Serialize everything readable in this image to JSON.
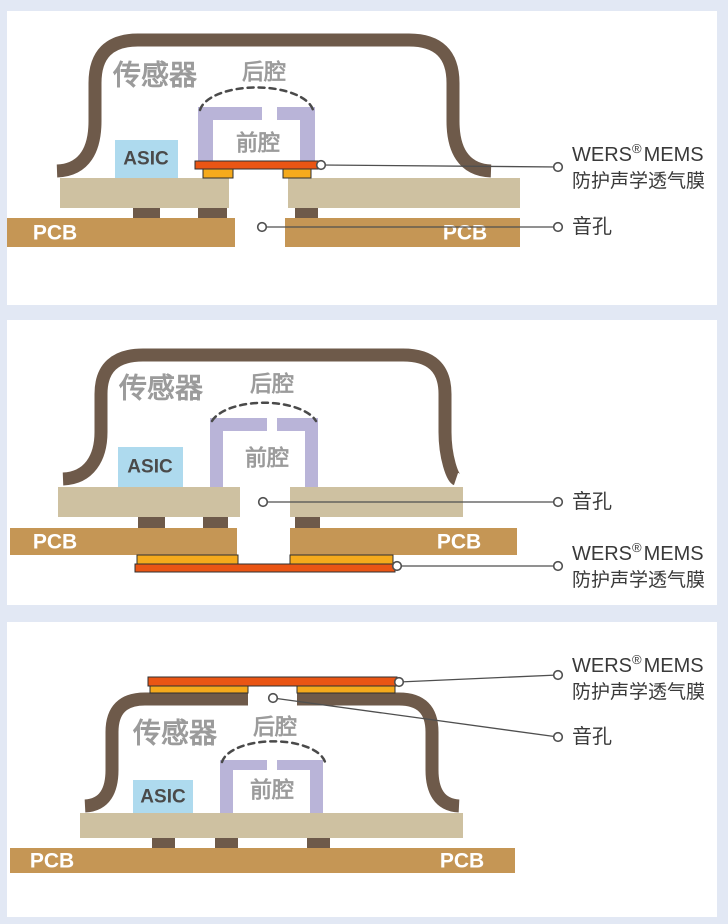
{
  "document": {
    "title": "MEMS microphone acoustic vent membrane placement diagrams",
    "panel_count": 3,
    "panels": [
      {
        "name": "membrane-on-mems-inside-package",
        "membrane_position": "on MEMS front cavity, inside package",
        "sound_hole_position": "PCB bottom port"
      },
      {
        "name": "membrane-under-pcb",
        "membrane_position": "under PCB outer surface",
        "sound_hole_position": "substrate/PCB bottom port"
      },
      {
        "name": "membrane-on-top-of-can",
        "membrane_position": "on top of metal can",
        "sound_hole_position": "top of can"
      }
    ]
  },
  "labels": {
    "sensor": "传感器",
    "back_cavity": "后腔",
    "front_cavity": "前腔",
    "asic": "ASIC",
    "pcb": "PCB",
    "wers": "WERS",
    "reg": "®",
    "mems": "MEMS",
    "membrane_line2": "防护声学透气膜",
    "sound_hole": "音孔"
  },
  "colors": {
    "page_bg": "#e2e8f4",
    "card_bg": "#ffffff",
    "can_brown": "#6e5a4a",
    "substrate_tan": "#cec1a1",
    "pcb_tan": "#c59655",
    "mems_lavender": "#b9b4d8",
    "asic_blue": "#aedaee",
    "membrane_orange": "#ea5514",
    "adhesive_yellow": "#f5aa1c",
    "gray_label": "#9b9b9b",
    "dark_label": "#3a3a3a",
    "leader_line": "#4f4f4f"
  }
}
